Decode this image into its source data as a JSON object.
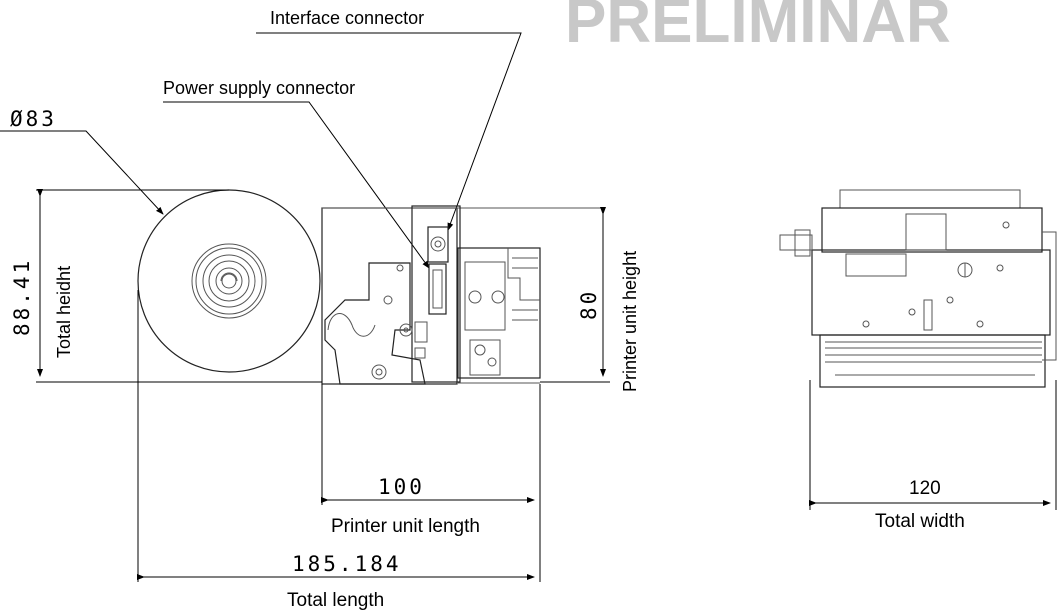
{
  "watermark": "PRELIMINAR",
  "labels": {
    "interface_connector": "Interface connector",
    "power_supply_connector": "Power supply connector",
    "total_height": "Total heidht",
    "printer_unit_height": "Printer unit height",
    "printer_unit_length": "Printer unit length",
    "total_length": "Total length",
    "total_width": "Total width"
  },
  "dimensions": {
    "roll_diameter": "Ø83",
    "total_height": "88.41",
    "printer_unit_height": "80",
    "printer_unit_length": "100",
    "total_length": "185.184",
    "total_width": "120"
  }
}
